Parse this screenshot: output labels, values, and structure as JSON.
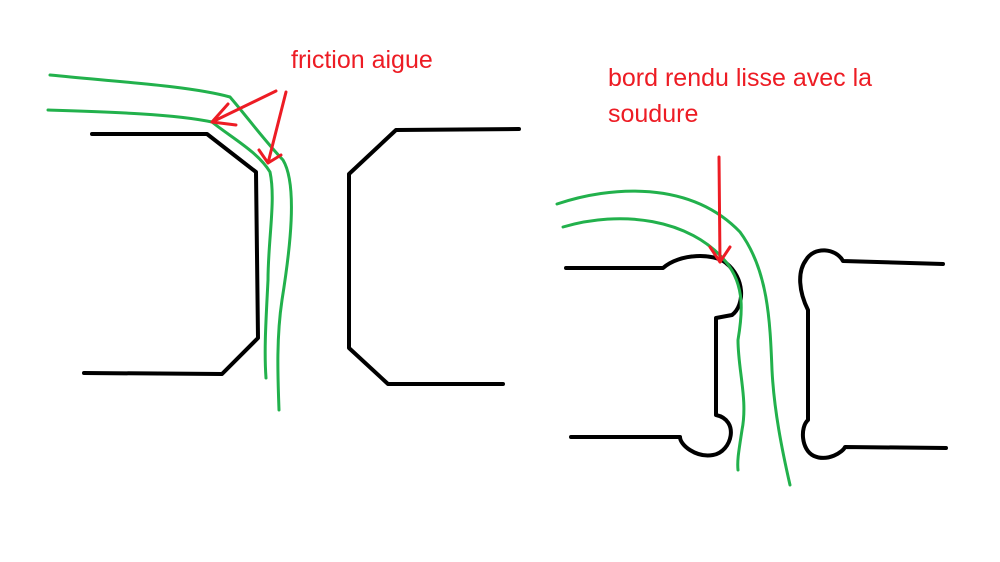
{
  "annotations": {
    "left": "friction aigue",
    "right_line1": "bord rendu lisse avec la",
    "right_line2": "soudure"
  },
  "colors": {
    "outline": "#000000",
    "wire": "#22b14c",
    "annotation": "#ed1c24",
    "background": "#ffffff"
  }
}
